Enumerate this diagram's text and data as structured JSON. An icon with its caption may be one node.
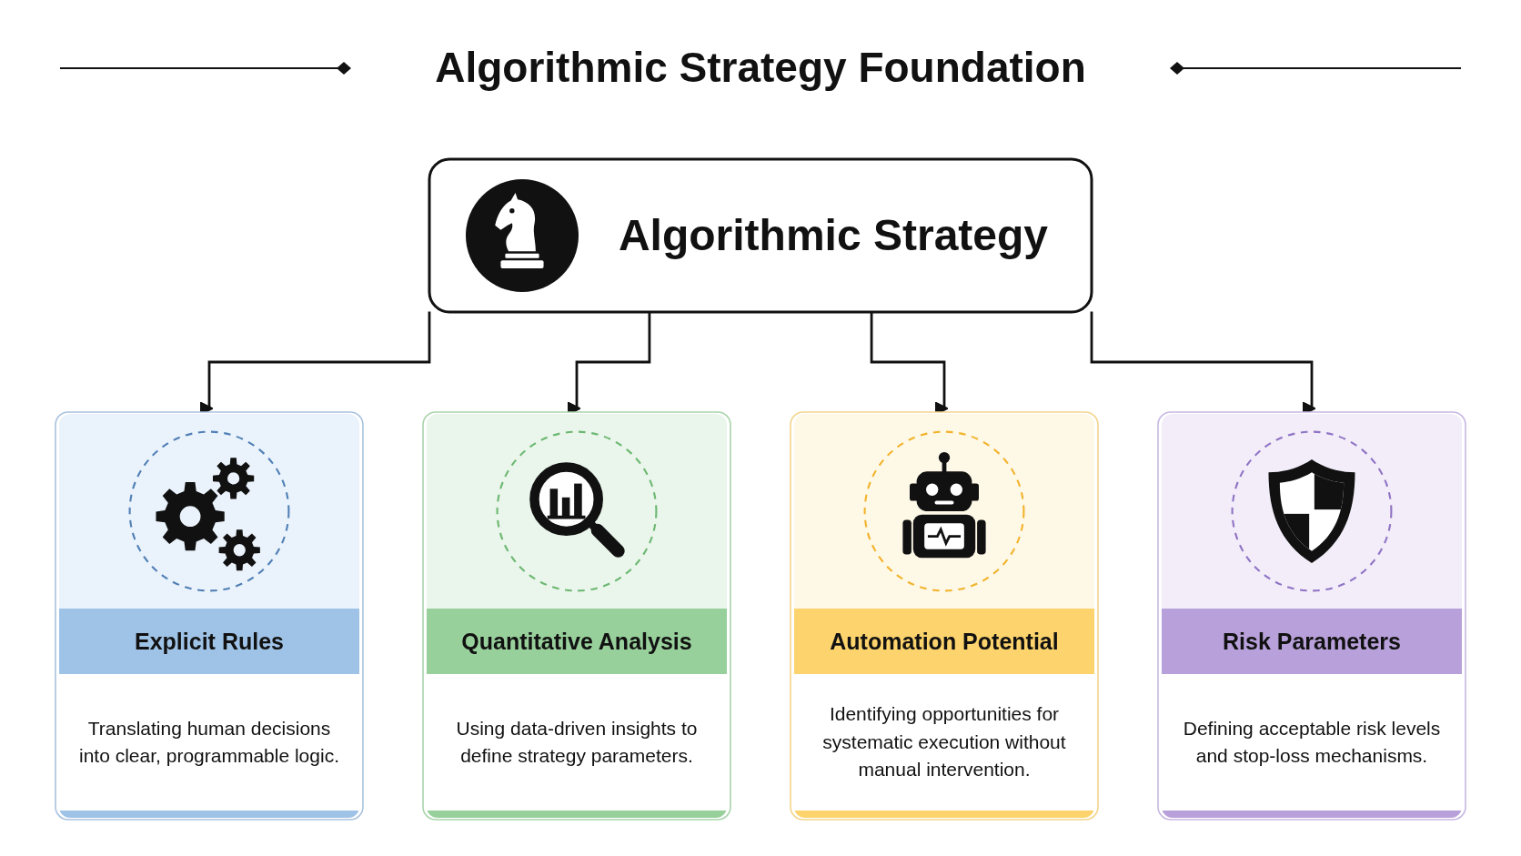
{
  "diagram": {
    "title": "Algorithmic Strategy Foundation",
    "nodes": [
      {
        "text": [
          "Algorithmic Strategy"
        ]
      },
      {
        "text": [
          "Explicit Rules",
          "Translating human decisions into clear, programmable logic."
        ]
      },
      {
        "text": [
          "Quantitative Analysis",
          "Using data-driven insights to define strategy parameters."
        ]
      },
      {
        "text": [
          "Automation Potential",
          "Identifying opportunities for systematic execution without manual intervention."
        ]
      },
      {
        "text": [
          "Risk Parameters",
          "Defining acceptable risk levels and stop-loss mechanisms."
        ]
      }
    ],
    "edges": [
      {
        "from": 0,
        "to": 1,
        "arrow": "to"
      },
      {
        "from": 0,
        "to": 2,
        "arrow": "to"
      },
      {
        "from": 0,
        "to": 3,
        "arrow": "to"
      },
      {
        "from": 0,
        "to": 4,
        "arrow": "to"
      }
    ]
  }
}
